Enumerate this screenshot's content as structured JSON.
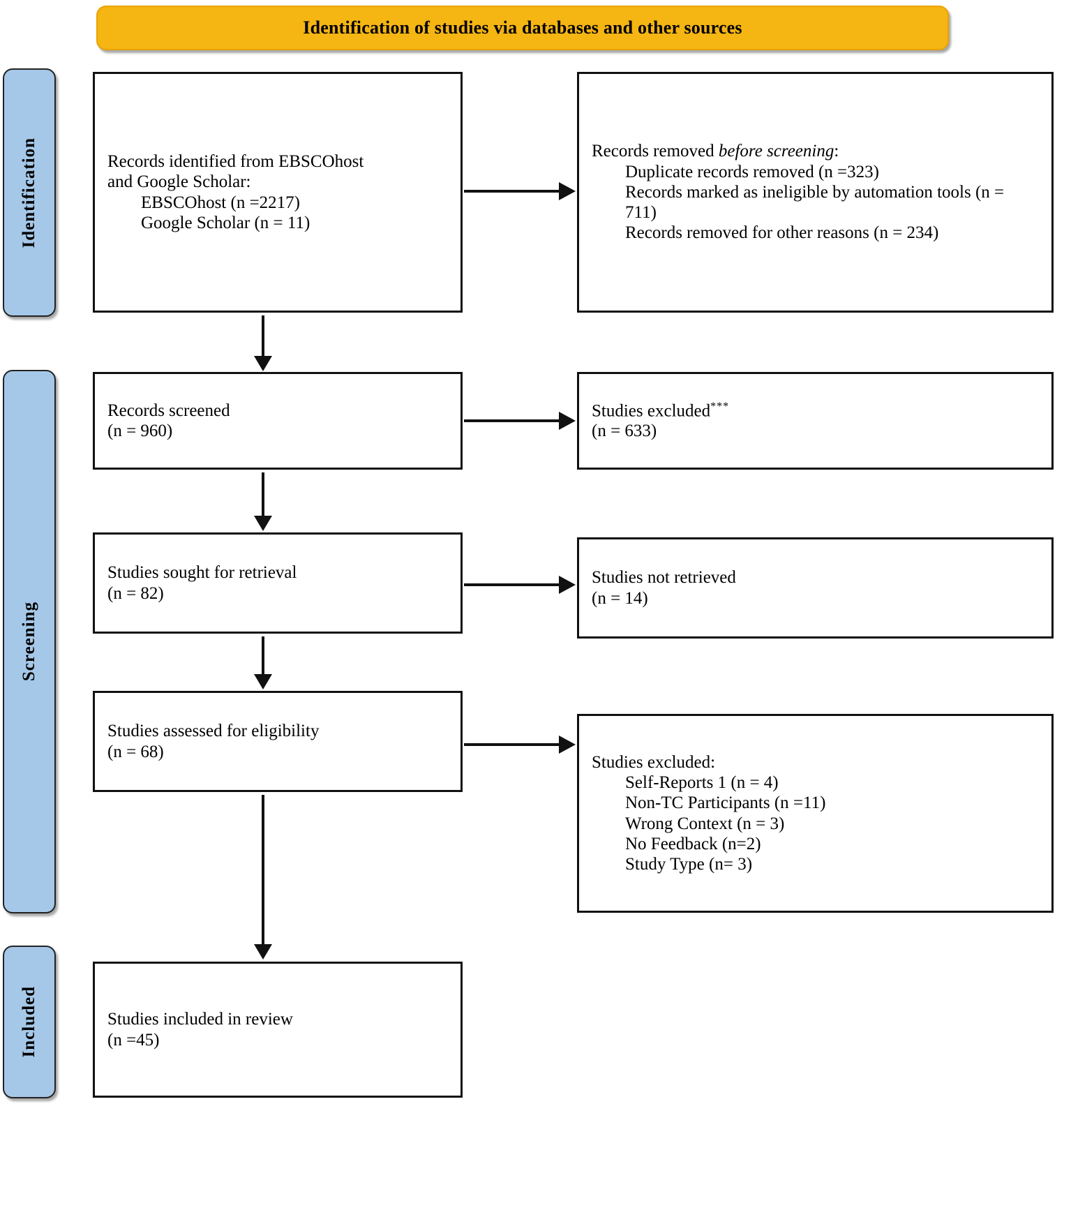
{
  "banner": {
    "title": "Identification of studies via databases and other sources"
  },
  "stages": [
    {
      "id": "identification",
      "label": "Identification"
    },
    {
      "id": "screening",
      "label": "Screening"
    },
    {
      "id": "included",
      "label": "Included"
    }
  ],
  "boxes": {
    "identified": {
      "title": "Records identified from EBSCOhost",
      "line2": "and Google Scholar:",
      "items": [
        "EBSCOhost (n =2217)",
        "Google Scholar (n = 11)"
      ]
    },
    "removed": {
      "title_plain": "Records removed ",
      "title_italic": "before screening",
      "title_colon": ":",
      "items": [
        "Duplicate records removed (n =323)",
        "Records marked as ineligible by automation tools (n = 711)",
        "Records removed for other reasons (n = 234)"
      ]
    },
    "screened": {
      "title": "Records screened",
      "count": "(n = 960)"
    },
    "excluded_screening": {
      "title": "Studies excluded",
      "marker": "***",
      "count": "(n = 633)"
    },
    "sought": {
      "title": "Studies sought for retrieval",
      "count": "(n = 82)"
    },
    "not_retrieved": {
      "title": "Studies not retrieved",
      "count": "(n = 14)"
    },
    "assessed": {
      "title": "Studies assessed for eligibility",
      "count": "(n = 68)"
    },
    "excluded_eligibility": {
      "title": "Studies excluded:",
      "items": [
        "Self-Reports 1 (n = 4)",
        "Non-TC Participants (n =11)",
        "Wrong Context (n = 3)",
        "No Feedback (n=2)",
        "Study Type (n= 3)"
      ]
    },
    "included": {
      "title": "Studies included in review",
      "count": "(n =45)"
    }
  },
  "colors": {
    "banner_bg": "#F5B513",
    "stage_bg": "#A6C8E8",
    "border": "#111111"
  }
}
